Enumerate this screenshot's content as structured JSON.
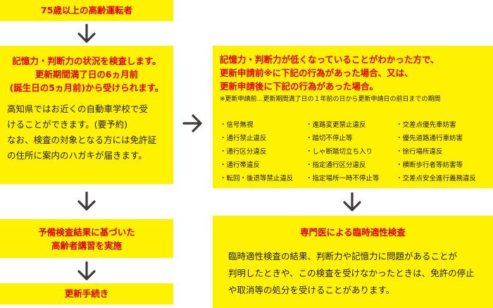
{
  "steps": {
    "top": "75歳以上の高齢運転者",
    "exam": {
      "lines": [
        "記憶力・判断力の状況を検査します。",
        "更新期間満了日の6ヵ月前",
        "(誕生日の5ヵ月前)から受けられます。"
      ],
      "body": [
        "高知県ではお近くの自動車学校で受",
        "けることができます。(要予約)",
        "なお、検査の対象となる方には免許証",
        "の住所に案内のハガキが届きます。"
      ]
    },
    "lecture": [
      "予備検査結果に基づいた",
      "高齢者講習を実施"
    ],
    "renewal": "更新手続き"
  },
  "conditions": {
    "lines": [
      "記憶力・判断力が低くなっていることがわかった方で、",
      "更新申請前※に下記の行為があった場合、又は、",
      "更新申請後に下記の行為があった場合。"
    ],
    "note": "※更新申請前…更新期間満了日の１年前の日から更新申請日の前日までの期間",
    "columns": [
      [
        "・信号無視",
        "・通行禁止違反",
        "・通行区分違反",
        "・通行帯違反",
        "・転回・後退等禁止違反"
      ],
      [
        "・進路変更禁止違反",
        "・踏切不停止等",
        "・しゃ断踏切立ち入り",
        "・指定通行区分違反",
        "・指定場所一時不停止等"
      ],
      [
        "・交差点優先車妨害",
        "・優先道路通行車妨害",
        "・徐行場所違反",
        "・横断歩行者等妨害等",
        "・交差点安全進行義務違反"
      ]
    ]
  },
  "specialist": {
    "title": "専門医による臨時適性検査",
    "body": [
      "臨時適性検査の結果、判断力や記憶力に問題があることが",
      "判明したときや、この検査を受けなかったときは、免許の停止",
      "や取消等の処分を受けることがあります。"
    ]
  },
  "colors": {
    "box": "#fff200",
    "accent": "#e60012",
    "arrow": "#3e3a39",
    "text": "#231815"
  }
}
